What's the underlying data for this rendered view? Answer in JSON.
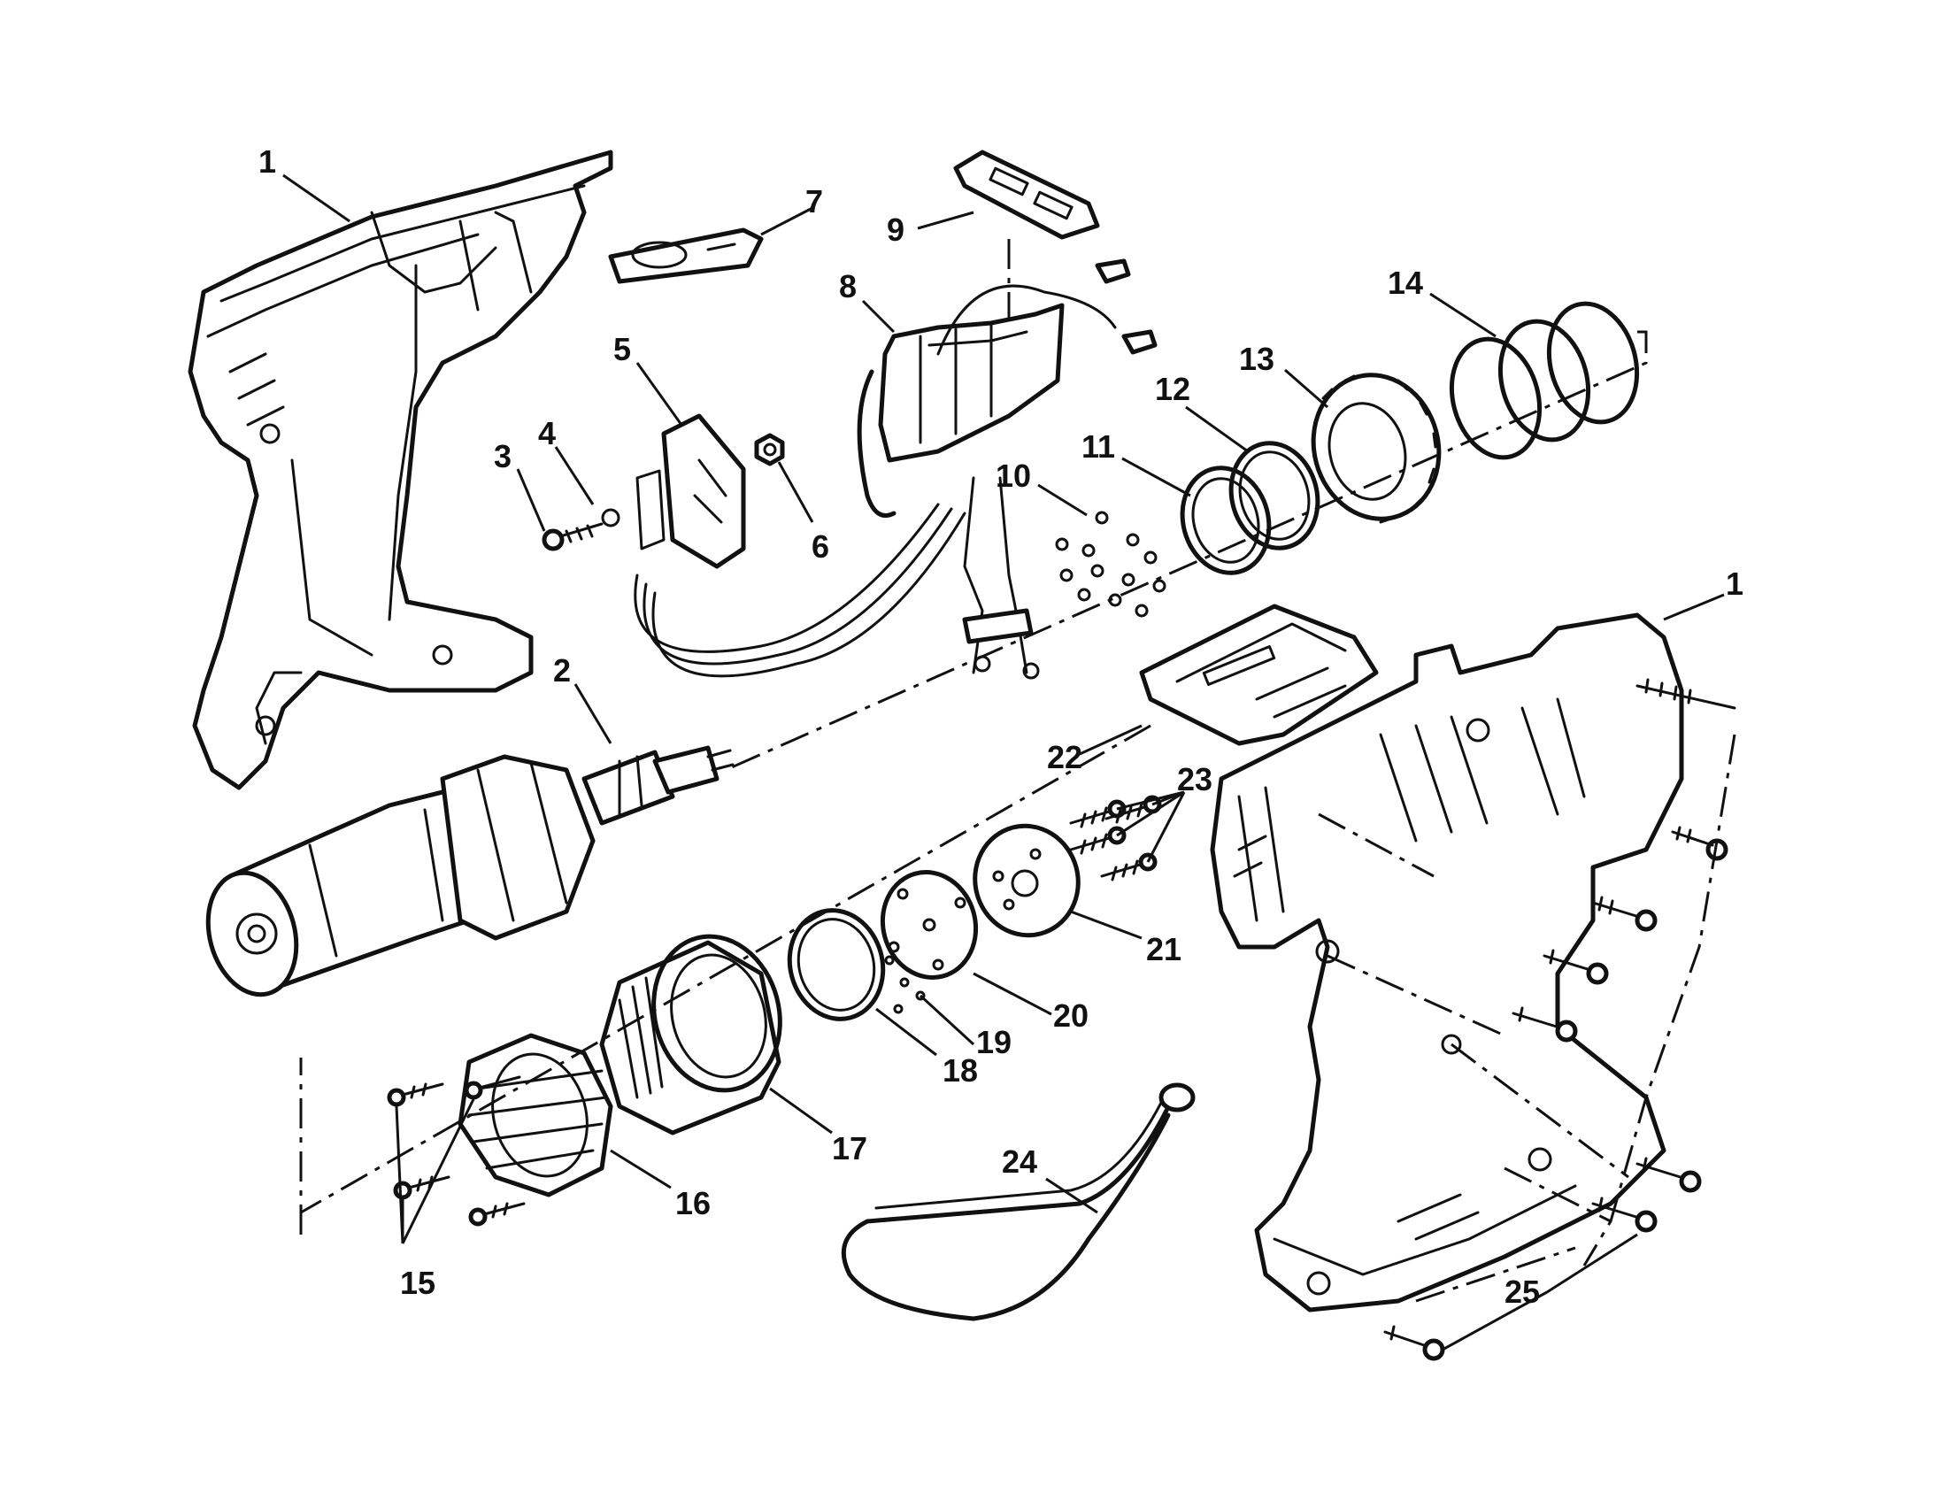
{
  "diagram": {
    "callouts": [
      "1",
      "2",
      "3",
      "4",
      "5",
      "6",
      "7",
      "8",
      "9",
      "10",
      "11",
      "12",
      "13",
      "14",
      "1",
      "15",
      "16",
      "17",
      "18",
      "19",
      "20",
      "21",
      "22",
      "23",
      "24",
      "25"
    ]
  }
}
